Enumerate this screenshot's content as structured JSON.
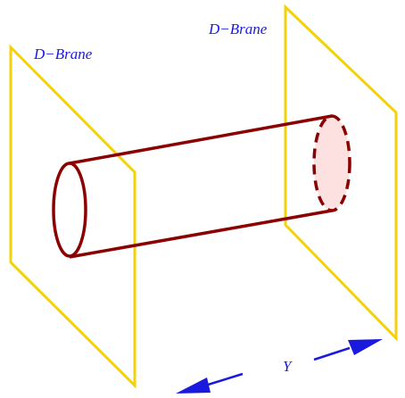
{
  "labels": {
    "brane_left": "D−Brane",
    "brane_right": "D−Brane",
    "separation": "Y"
  },
  "colors": {
    "brane": "#f4d20b",
    "string": "#8b0000",
    "string_fill": "#fde0e0",
    "label": "#1a1adf",
    "arrow": "#1a1adf"
  }
}
